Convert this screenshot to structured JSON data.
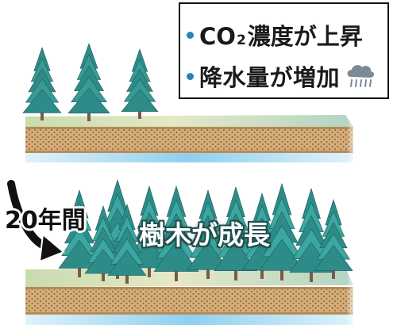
{
  "legend": {
    "co2_prefix": "CO",
    "co2_sub": "2",
    "co2_suffix": "濃度が上昇",
    "rain_text": "降水量が増加",
    "rain_icon": "rain-cloud-icon",
    "bullet_color": "#2f7fb5"
  },
  "period_label": "20年間",
  "growth_label": "樹木が成長",
  "colors": {
    "tree": "#2e8c88",
    "tree_dark": "#1d5e5c",
    "trunk": "#7a5a48",
    "soil": "#c9a06a",
    "grass": "#b7d2a0",
    "water": "#8fd0ee",
    "arrow": "#111111"
  },
  "scene": {
    "before_tree_count": 3,
    "after_tree_count": 12
  }
}
